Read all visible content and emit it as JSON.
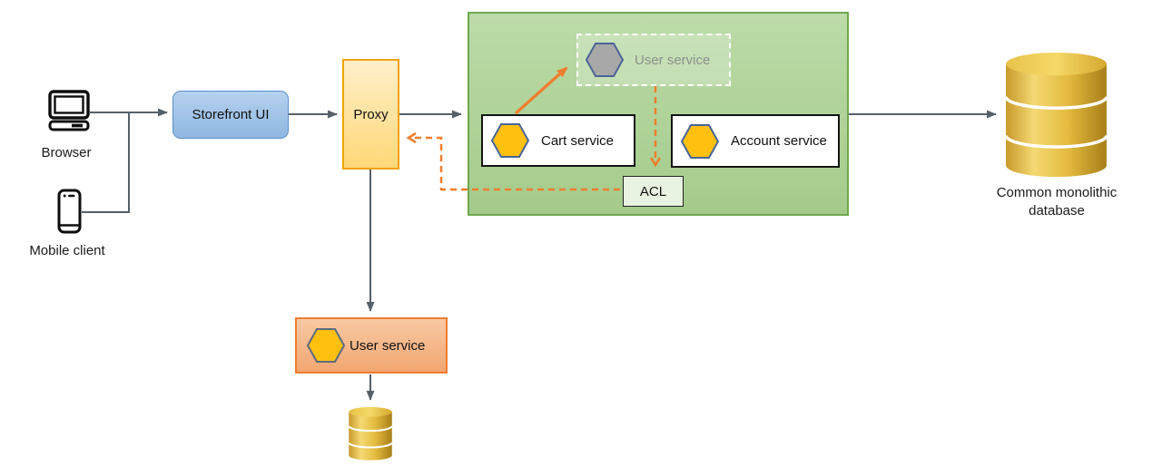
{
  "diagram": {
    "clients": {
      "browser": {
        "label": "Browser"
      },
      "mobile": {
        "label": "Mobile client"
      }
    },
    "storefront": {
      "label": "Storefront UI"
    },
    "proxy": {
      "label": "Proxy"
    },
    "monolith": {
      "user_service_ghost": {
        "label": "User service"
      },
      "cart_service": {
        "label": "Cart service"
      },
      "account_service": {
        "label": "Account service"
      },
      "acl": {
        "label": "ACL"
      }
    },
    "common_database": {
      "label": "Common monolithic database"
    },
    "extracted_user_service": {
      "label": "User service"
    },
    "colors": {
      "connector_gray": "#566069",
      "accent_orange": "#f07e2e",
      "monolith_fill": "#aed095",
      "monolith_border": "#6fa84f",
      "proxy_fill": "#ffdc84",
      "proxy_border": "#f0a202",
      "storefront_fill": "#9dc3e6",
      "storefront_border": "#5b8fc7",
      "extracted_service_fill": "#f4b183",
      "extracted_service_border": "#ed7d31",
      "acl_fill": "#e9f3e1",
      "hexagon_orange": "#ffc010",
      "hexagon_gray": "#a8a8a8",
      "hexagon_border": "#4a6597",
      "database_yellow": "#e3bb3e"
    }
  }
}
